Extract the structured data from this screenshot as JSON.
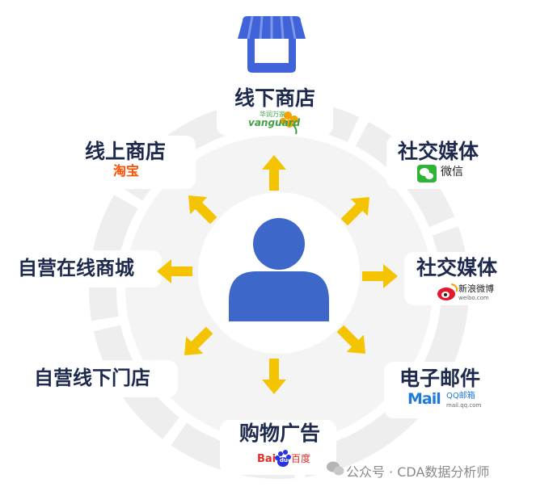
{
  "center": {
    "icon": "user-icon"
  },
  "channels": [
    {
      "id": "offline-store",
      "label": "线下商店",
      "brand_name": "vanguard",
      "brand_caption": "华润万家",
      "brand_color": "#43a047"
    },
    {
      "id": "social-wechat",
      "label": "社交媒体",
      "brand_name": "微信",
      "brand_color": "#2db336"
    },
    {
      "id": "social-weibo",
      "label": "社交媒体",
      "brand_name": "新浪微博",
      "brand_sub": "weibo.com",
      "brand_color": "#e6162d"
    },
    {
      "id": "email",
      "label": "电子邮件",
      "brand_name": "Mail",
      "brand_sub": "QQ邮箱",
      "brand_url": "mail.qq.com",
      "brand_color": "#1f7ad8"
    },
    {
      "id": "shopping-ads",
      "label": "购物广告",
      "brand_name": "Bai",
      "brand_mid": "du",
      "brand_name2": "百度",
      "brand_color": "#e0302a"
    },
    {
      "id": "self-offline-store",
      "label": "自营线下门店"
    },
    {
      "id": "self-online-mall",
      "label": "自营在线商城"
    },
    {
      "id": "online-store",
      "label": "线上商店",
      "brand_name": "淘宝",
      "brand_color": "#ff5000"
    }
  ],
  "watermark": {
    "text": "公众号 · CDA数据分析师"
  },
  "colors": {
    "arrow": "#f5c400",
    "user": "#3d67c8",
    "store": "#4163d9",
    "ring": "#eeeeee",
    "text": "#1d2a4d"
  },
  "icons": {
    "top": "store-icon",
    "center": "user-icon",
    "watermark": "wechat-logo-icon"
  }
}
